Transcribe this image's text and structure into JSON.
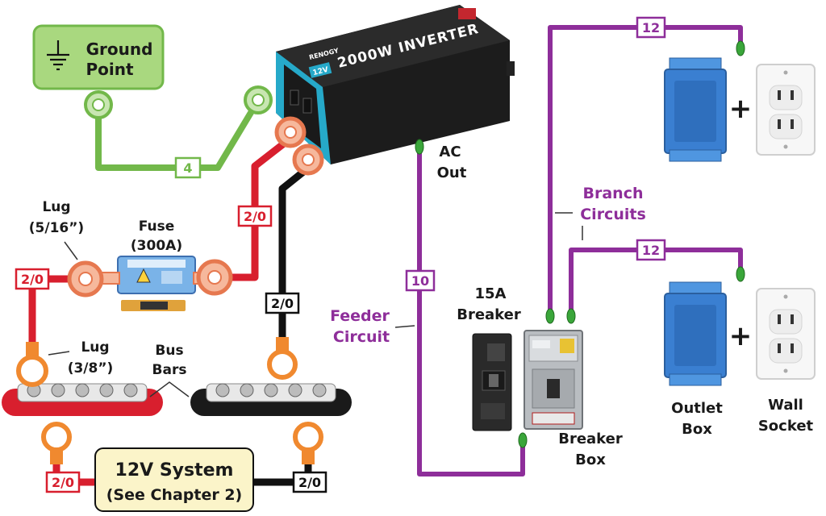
{
  "colors": {
    "green": "#72b84a",
    "green_fill": "#a9d87f",
    "red": "#d81f2e",
    "black": "#111111",
    "purple": "#8e2e9a",
    "orange": "#f0892f",
    "lug_peach": "#f6b89c",
    "lug_green": "#c8e6b1",
    "box_blue": "#3a7fd1",
    "note_fill": "#fbf4c9"
  },
  "labels": {
    "ground_point": [
      "Ground",
      "Point"
    ],
    "lug_516": [
      "Lug",
      "(5/16”)"
    ],
    "fuse": [
      "Fuse",
      "(300A)"
    ],
    "lug_38": [
      "Lug",
      "(3/8”)"
    ],
    "bus_bars": [
      "Bus",
      "Bars"
    ],
    "system_12v": [
      "12V System",
      "(See Chapter 2)"
    ],
    "ac_out": [
      "AC",
      "Out"
    ],
    "feeder_circuit": [
      "Feeder",
      "Circuit"
    ],
    "breaker_15a": [
      "15A",
      "Breaker"
    ],
    "breaker_box": [
      "Breaker",
      "Box"
    ],
    "branch_circuits": [
      "Branch",
      "Circuits"
    ],
    "outlet_box": [
      "Outlet",
      "Box"
    ],
    "wall_socket": [
      "Wall",
      "Socket"
    ],
    "inverter_brand": "RENOGY",
    "inverter_voltage": "12V",
    "inverter_model": "2000W INVERTER",
    "plus": "+"
  },
  "wire_tags": {
    "ground": "4",
    "fuse_left": "2/0",
    "inverter_pos": "2/0",
    "inverter_neg": "2/0",
    "system_pos": "2/0",
    "system_neg": "2/0",
    "feeder": "10",
    "branch_top": "12",
    "branch_bottom": "12"
  },
  "icons": {
    "ground": "ground-symbol-icon",
    "inverter": "inverter-device-icon",
    "fuse": "anl-fuse-icon",
    "bus_bar": "bus-bar-icon",
    "breaker": "circuit-breaker-icon",
    "panel": "breaker-panel-icon",
    "outlet_box": "electrical-box-icon",
    "receptacle": "wall-receptacle-icon"
  }
}
